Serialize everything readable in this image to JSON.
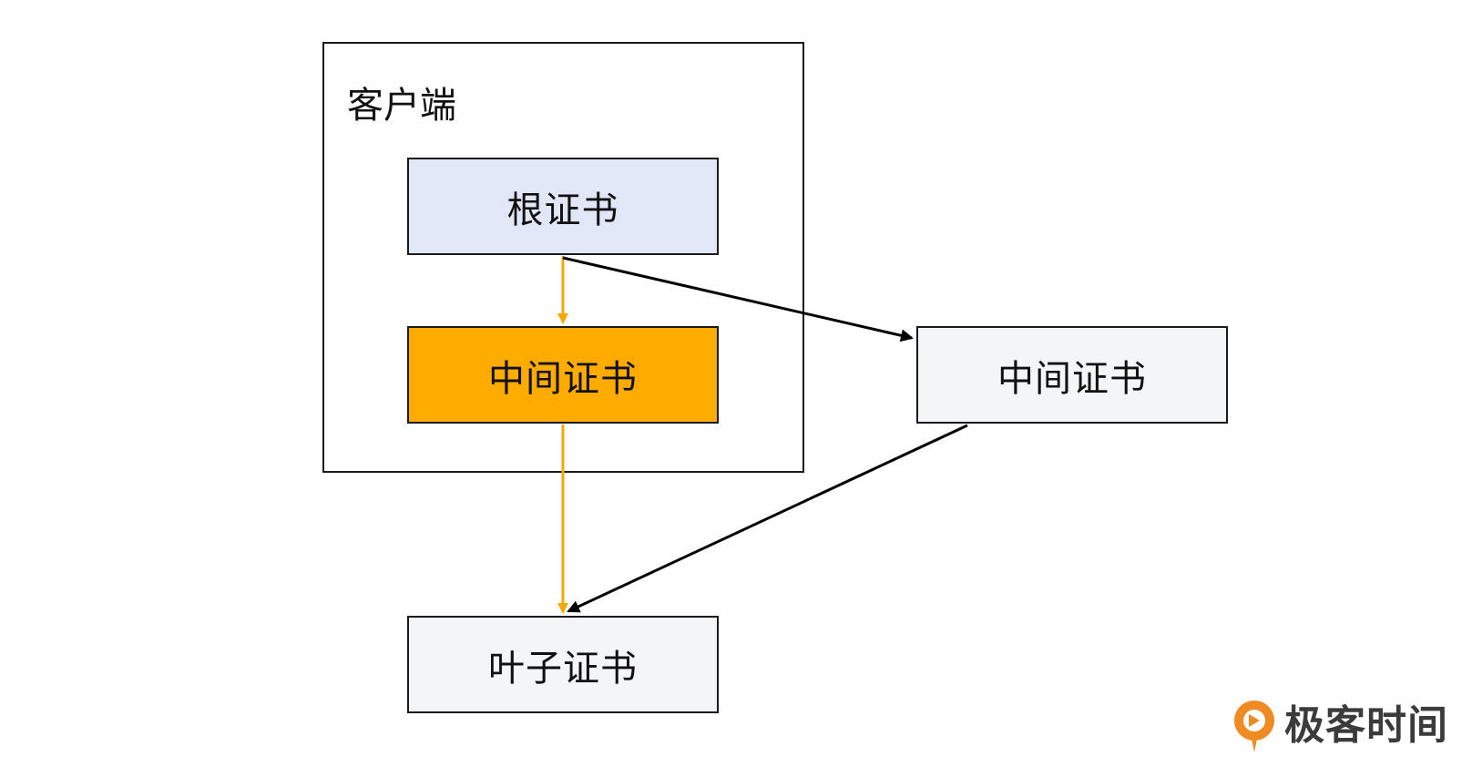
{
  "client": {
    "label": "客户端"
  },
  "certs": {
    "root": "根证书",
    "intermediate_local": "中间证书",
    "intermediate_remote": "中间证书",
    "leaf": "叶子证书"
  },
  "colors": {
    "root_fill": "#e1e7f7",
    "local_intermediate_fill": "#ffab00",
    "remote_fill": "#f4f5f7",
    "orange_arrow": "#f5a800",
    "black_arrow": "#000000"
  },
  "logo": {
    "text": "极客时间",
    "icon": "geektime-logo-icon"
  }
}
